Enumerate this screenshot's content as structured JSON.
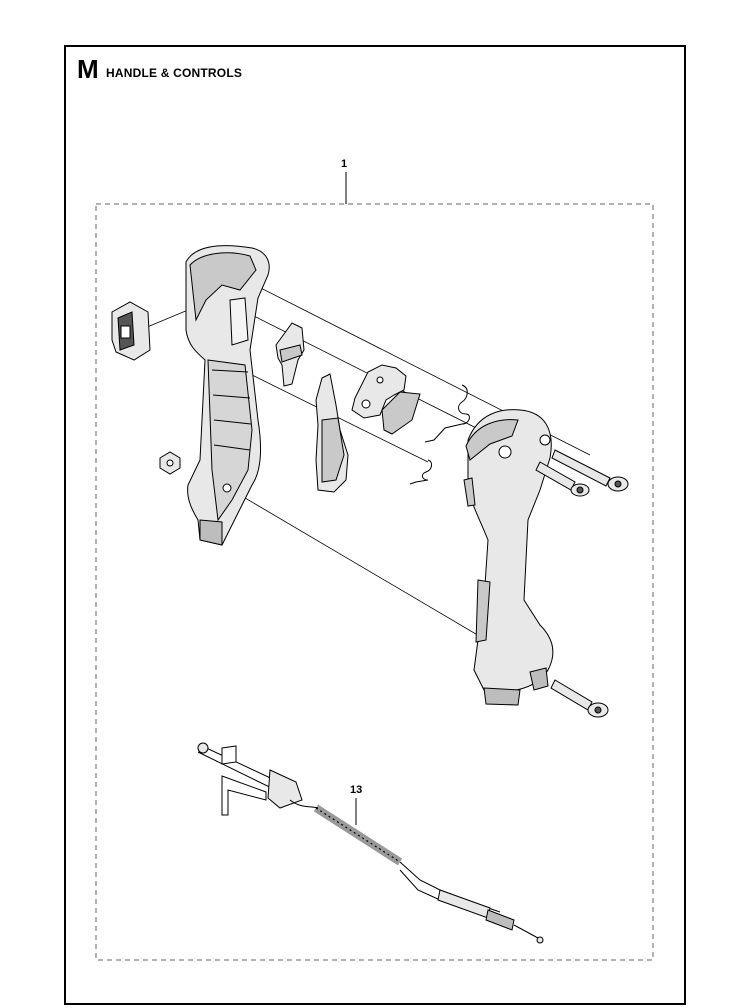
{
  "header": {
    "section_letter": "M",
    "section_title": "HANDLE & CONTROLS"
  },
  "callouts": [
    {
      "label": "1"
    },
    {
      "label": "13"
    }
  ],
  "colors": {
    "line": "#000000",
    "part_fill": "#e8e8e8",
    "part_shade": "#c9c9c9",
    "background": "#ffffff"
  }
}
